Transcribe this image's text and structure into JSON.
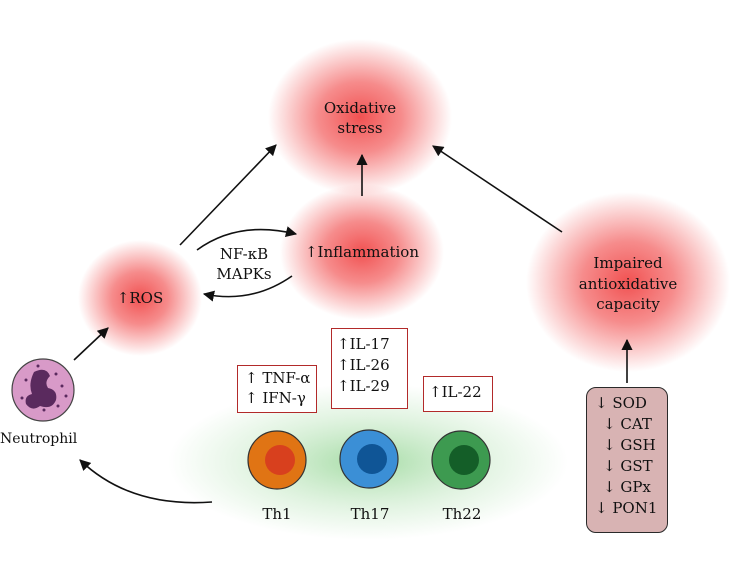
{
  "nodes": {
    "oxidative_stress": [
      "Oxidative",
      "stress"
    ],
    "ros": "↑ROS",
    "inflammation": "↑Inflammation",
    "impaired": [
      "Impaired",
      "antioxidative",
      "capacity"
    ],
    "pathway": [
      "NF-κB",
      "MAPKs"
    ],
    "neutrophil": "Neutrophil"
  },
  "boxes": {
    "th1_cytokines": [
      "↑ TNF-α",
      "↑  IFN-γ"
    ],
    "th17_cytokines": [
      "↑IL-17",
      "↑IL-26",
      "↑IL-29"
    ],
    "th22_cytokines": [
      "↑IL-22"
    ]
  },
  "cells": {
    "th1": "Th1",
    "th17": "Th17",
    "th22": "Th22"
  },
  "enzymes": [
    "↓ SOD",
    "↓ CAT",
    "↓ GSH",
    "↓ GST",
    "↓ GPx",
    "↓ PON1"
  ],
  "colors": {
    "glow_red": "#f04848",
    "glow_green": "#5cbf5c",
    "box_border": "#b22a2a",
    "enzyme_fill": "#d8b3b3",
    "th1_outer": "#e07414",
    "th1_inner": "#d8401e",
    "th17_outer": "#3b8fd6",
    "th17_inner": "#0f5596",
    "th22_outer": "#3d9a50",
    "th22_inner": "#145e28",
    "neutrophil_fill": "#d89ac8",
    "neutrophil_nucleus": "#5a2a5e"
  }
}
